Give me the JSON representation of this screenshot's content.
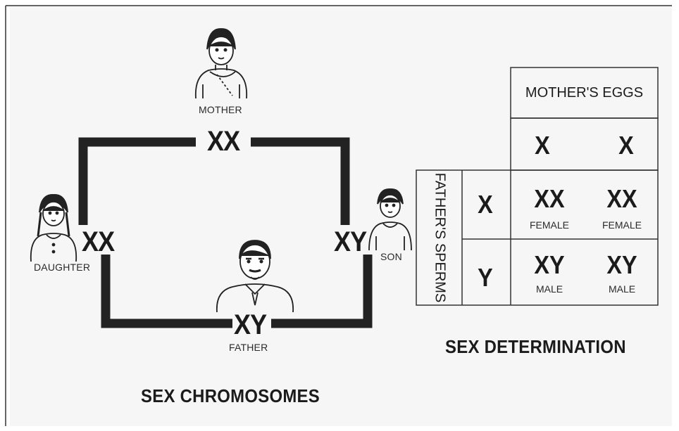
{
  "family": {
    "mother": {
      "label": "MOTHER",
      "genotype": "XX"
    },
    "father": {
      "label": "FATHER",
      "genotype": "XY"
    },
    "daughter": {
      "label": "DAUGHTER",
      "genotype": "XX"
    },
    "son": {
      "label": "SON",
      "genotype": "XY"
    },
    "caption": "SEX CHROMOSOMES"
  },
  "punnett": {
    "mothers_eggs_label": "MOTHER'S EGGS",
    "fathers_sperms_label": "FATHER'S SPERMS",
    "eggs": [
      "X",
      "X"
    ],
    "sperms": [
      "X",
      "Y"
    ],
    "cells": [
      [
        {
          "genotype": "XX",
          "sex": "FEMALE"
        },
        {
          "genotype": "XX",
          "sex": "FEMALE"
        }
      ],
      [
        {
          "genotype": "XY",
          "sex": "MALE"
        },
        {
          "genotype": "XY",
          "sex": "MALE"
        }
      ]
    ],
    "caption": "SEX DETERMINATION"
  }
}
